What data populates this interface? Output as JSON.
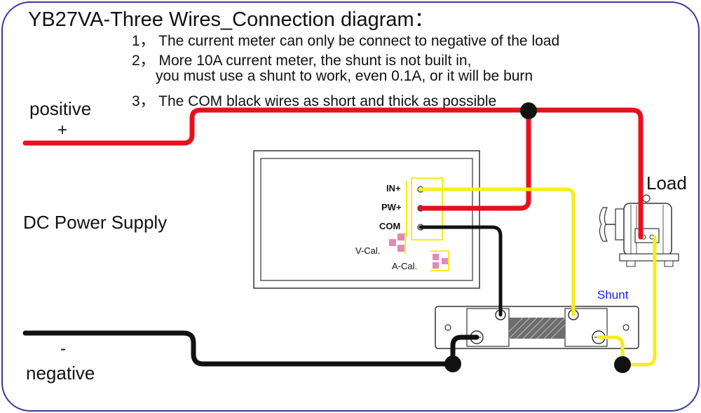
{
  "title": "YB27VA-Three Wires_Connection diagram：",
  "notes": [
    "1， The current meter can only be connect to negative of the load",
    "2， More 10A current meter, the shunt is not built in,",
    "you must use a shunt to work, even 0.1A, or it will be burn",
    "3， The COM black wires as short and thick as possible"
  ],
  "labels": {
    "positive": "positive",
    "plus": "+",
    "dc_power_supply": "DC Power Supply",
    "minus": "-",
    "negative": "negative",
    "load": "Load",
    "shunt": "Shunt"
  },
  "meter": {
    "terminal_in": "IN+",
    "terminal_pw": "PW+",
    "terminal_com": "COM",
    "v_cal": "V-Cal.",
    "a_cal": "A-Cal."
  },
  "colors": {
    "positive_wire": "#e8101e",
    "negative_wire": "#111111",
    "signal_wire": "#f5ee1a",
    "frame": "#3a3aa0",
    "shunt_label": "#1a1aff",
    "cal_pad": "#e08ab8"
  },
  "icons": [
    "motor-icon",
    "shunt-resistor-icon",
    "meter-panel-icon"
  ]
}
